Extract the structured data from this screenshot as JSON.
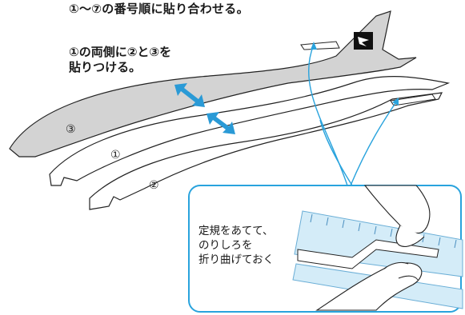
{
  "instructions": {
    "title": "①〜⑦の番号順に貼り合わせる。",
    "step": "①の両側に②と③を\n貼りつける。"
  },
  "parts": {
    "part3": "③",
    "part1": "①",
    "part2": "②"
  },
  "callout": {
    "note": "定規をあてて、\nのりしろを\n折り曲げておく"
  },
  "colors": {
    "accent": "#2a9ad6",
    "callout_border": "#29a3dd",
    "shaded_part": "#d3d3d3",
    "ruler_fill": "#d4ecf8"
  },
  "icons": {
    "logo": "crane-logo-icon",
    "arrows": "double-arrow-icon"
  }
}
